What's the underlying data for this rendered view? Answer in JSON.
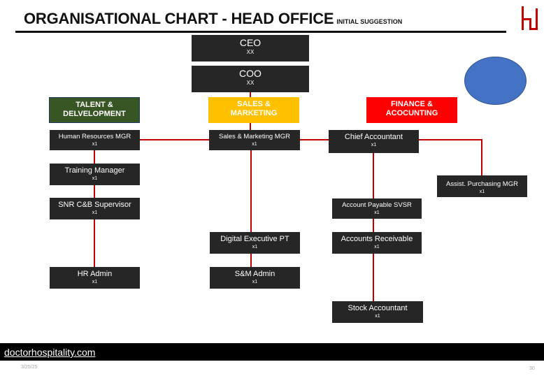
{
  "header": {
    "title": "ORGANISATIONAL CHART - HEAD OFFICE",
    "subtitle": "INITIAL SUGGESTION"
  },
  "colors": {
    "box": "#262626",
    "line": "#c00000",
    "talent": "#375623",
    "sales": "#ffc000",
    "finance": "#ff0000",
    "ellipse": "#4472c4",
    "logo": "#c00000"
  },
  "executives": {
    "ceo": {
      "title": "CEO",
      "count": "XX"
    },
    "coo": {
      "title": "COO",
      "count": "XX"
    }
  },
  "departments": {
    "talent": "TALENT &\nDELVELOPMENT",
    "sales": "SALES &\nMARKETING",
    "finance": "FINANCE &\nACOCUNTING"
  },
  "roles": {
    "hr_mgr": {
      "title": "Human Resources MGR",
      "count": "x1"
    },
    "training_mgr": {
      "title": "Training Manager",
      "count": "x1"
    },
    "cb_supervisor": {
      "title": "SNR C&B Supervisor",
      "count": "x1"
    },
    "hr_admin": {
      "title": "HR Admin",
      "count": "x1"
    },
    "sm_mgr": {
      "title": "Sales & Marketing MGR",
      "count": "x1"
    },
    "digital_exec": {
      "title": "Digital Executive PT",
      "count": "x1"
    },
    "sm_admin": {
      "title": "S&M Admin",
      "count": "x1"
    },
    "chief_accountant": {
      "title": "Chief Accountant",
      "count": "x1"
    },
    "ap_svsr": {
      "title": "Account Payable SVSR",
      "count": "x1"
    },
    "ar": {
      "title": "Accounts Receivable",
      "count": "x1"
    },
    "stock_accountant": {
      "title": "Stock Accountant",
      "count": "x1"
    },
    "purchasing_mgr": {
      "title": "Assist. Purchasing MGR",
      "count": "x1"
    }
  },
  "footer": {
    "link": "doctorhospitality.com",
    "date": "3/25/25",
    "page": "30"
  }
}
